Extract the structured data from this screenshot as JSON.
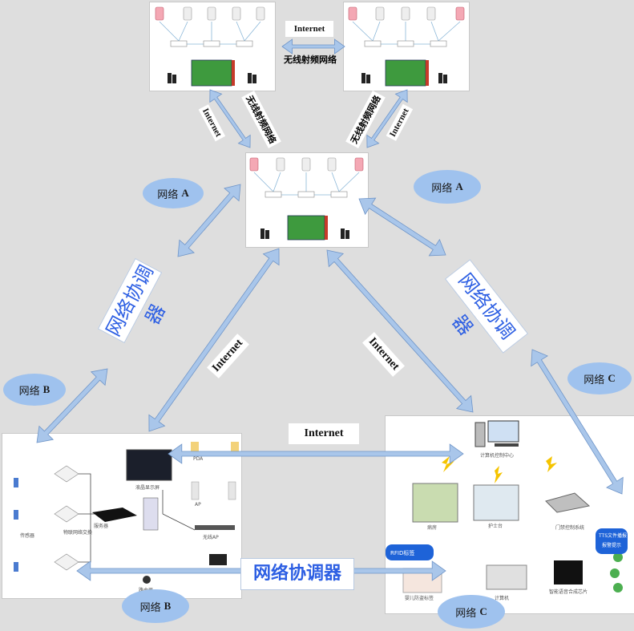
{
  "colors": {
    "arrow": "#a9c6ea",
    "arrow_stroke": "#6f95c8",
    "ellipse": "#9fc2ee",
    "coordinator_text": "#2d5fe3",
    "lightning": "#f5c400"
  },
  "labels": {
    "internet": "Internet",
    "wireless_rf": "无线射频网络",
    "network_a": "网络",
    "network_b": "网络",
    "network_c": "网络",
    "letter_a": "A",
    "letter_b": "B",
    "letter_c": "C",
    "coordinator": "网络协调器"
  },
  "panel_c": {
    "control_center": "计算机控制中心",
    "ward": "病房",
    "nurse_station": "护士台",
    "access_system": "门禁控制系统",
    "tts": "TTS文件播报",
    "tts_sub": "报警提示",
    "rfid_tag": "RFID标签",
    "baby_monitor": "婴儿防盗标签",
    "computer": "计算机",
    "voice_chip": "智能语音合成芯片"
  },
  "panel_b": {
    "switch": "物联网络交换",
    "server": "服务器",
    "display": "液晶显示屏",
    "pda": "PDA",
    "ap": "AP",
    "sensor": "传感器",
    "ap_box": "无线AP",
    "router": "路由器"
  },
  "icons": [
    "monitor-icon",
    "phone-icon",
    "tag-icon",
    "server-icon",
    "lightning-icon",
    "speaker-icon",
    "chip-icon",
    "reader-icon"
  ]
}
